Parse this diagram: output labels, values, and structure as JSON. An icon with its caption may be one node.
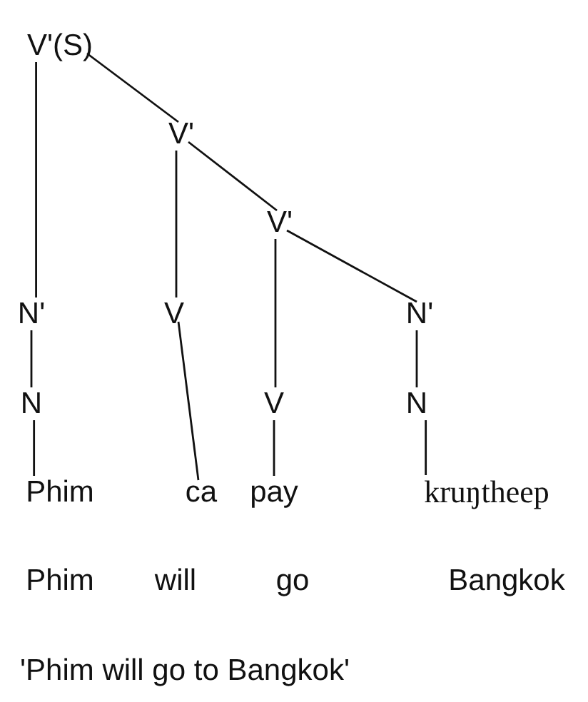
{
  "diagram": {
    "nodes": [
      {
        "text": [
          "V'(S)"
        ]
      },
      {
        "text": [
          "V'"
        ]
      },
      {
        "text": [
          "V'"
        ]
      },
      {
        "text": [
          "N'"
        ]
      },
      {
        "text": [
          "V"
        ]
      },
      {
        "text": [
          "N'"
        ]
      },
      {
        "text": [
          "N"
        ]
      },
      {
        "text": [
          "V"
        ]
      },
      {
        "text": [
          "N"
        ]
      },
      {
        "text": [
          "Phim"
        ]
      },
      {
        "text": [
          "ca"
        ]
      },
      {
        "text": [
          "pay"
        ]
      },
      {
        "text": [
          "kruŋtheep"
        ]
      }
    ],
    "edges": [
      {
        "from": 0,
        "to": 3,
        "arrow": "none"
      },
      {
        "from": 0,
        "to": 1,
        "arrow": "none"
      },
      {
        "from": 1,
        "to": 4,
        "arrow": "none"
      },
      {
        "from": 1,
        "to": 2,
        "arrow": "none"
      },
      {
        "from": 2,
        "to": 7,
        "arrow": "none"
      },
      {
        "from": 2,
        "to": 5,
        "arrow": "none"
      },
      {
        "from": 3,
        "to": 6,
        "arrow": "none"
      },
      {
        "from": 4,
        "to": 10,
        "arrow": "none"
      },
      {
        "from": 5,
        "to": 8,
        "arrow": "none"
      },
      {
        "from": 6,
        "to": 9,
        "arrow": "none"
      },
      {
        "from": 7,
        "to": 11,
        "arrow": "none"
      },
      {
        "from": 8,
        "to": 12,
        "arrow": "none"
      }
    ],
    "labels": [
      "Phim",
      "will",
      "go",
      "Bangkok",
      "'Phim will go to Bangkok'"
    ]
  }
}
